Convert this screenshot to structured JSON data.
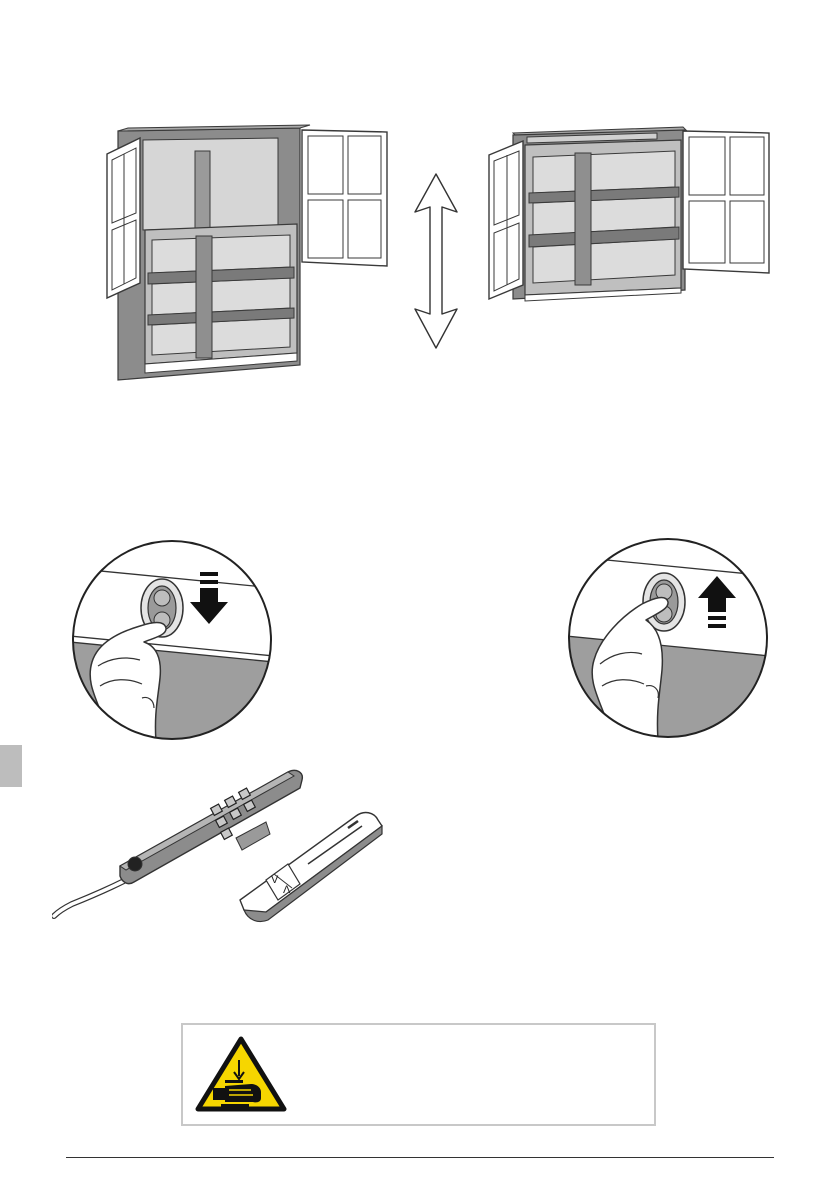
{
  "colors": {
    "cabinet_side": "#8c8c8c",
    "cabinet_inside": "#cfcfcf",
    "cabinet_outline": "#3a3a3a",
    "warning_yellow": "#f6d600",
    "page_tab": "#bdbdbd"
  },
  "icons": {
    "height_arrow": "double-arrow-vertical-icon",
    "down_arrow": "arrow-down-icon",
    "up_arrow": "arrow-up-icon",
    "warning": "hand-crush-warning-icon"
  },
  "illustrations": {
    "cabinet_raised": "cabinet-raised-illustration",
    "cabinet_lowered": "cabinet-lowered-illustration",
    "button_down": "press-button-down-illustration",
    "button_up": "press-button-up-illustration",
    "remotes": "remote-controls-illustration"
  },
  "remote": {
    "arrow_down_glyph": "V",
    "arrow_up_glyph": "Λ"
  }
}
